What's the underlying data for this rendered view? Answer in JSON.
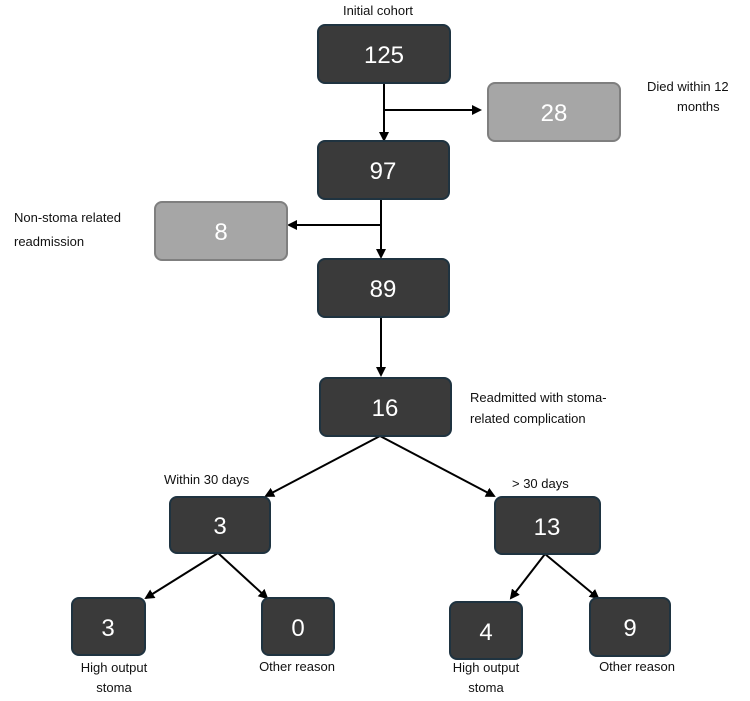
{
  "nodes": {
    "n125": {
      "value": "125",
      "label": "Initial cohort"
    },
    "n28": {
      "value": "28",
      "label_lines": [
        "Died within 12",
        "months"
      ]
    },
    "n97": {
      "value": "97"
    },
    "n8": {
      "value": "8",
      "label_lines": [
        "Non-stoma related",
        "readmission"
      ]
    },
    "n89": {
      "value": "89"
    },
    "n16": {
      "value": "16",
      "label_lines": [
        "Readmitted with stoma-",
        "related complication"
      ]
    },
    "n3a": {
      "value": "3",
      "label": "Within 30 days"
    },
    "n13": {
      "value": "13",
      "label": "> 30 days"
    },
    "n3b": {
      "value": "3",
      "label_lines": [
        "High output",
        "stoma"
      ]
    },
    "n0": {
      "value": "0",
      "label": "Other reason"
    },
    "n4": {
      "value": "4",
      "label_lines": [
        "High output",
        "stoma"
      ]
    },
    "n9": {
      "value": "9",
      "label": "Other reason"
    }
  },
  "colors": {
    "dark_box": "#3a3a3a",
    "dark_border": "#1f3340",
    "grey_box": "#a6a6a6",
    "grey_border": "#7f7f7f",
    "arrow": "#000000"
  }
}
